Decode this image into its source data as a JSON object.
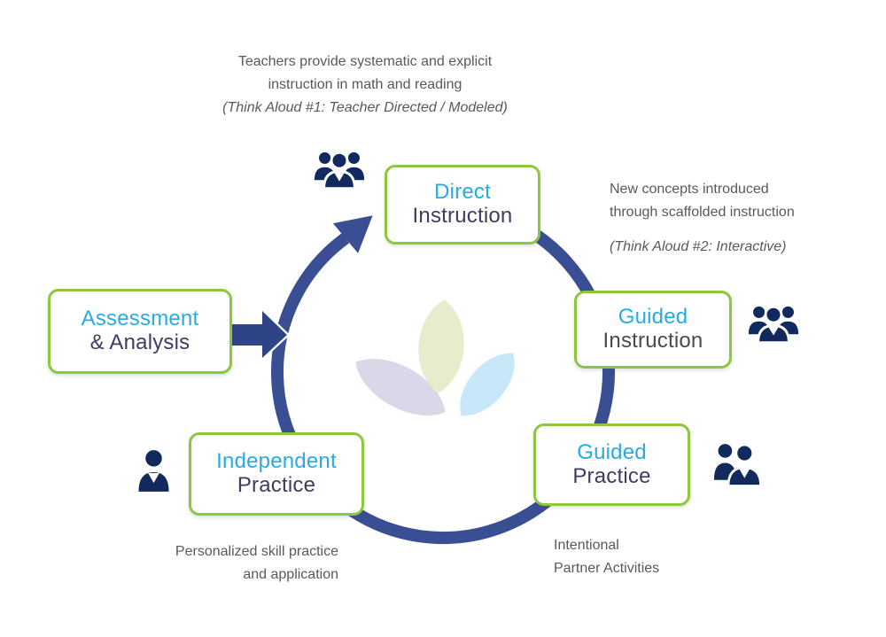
{
  "notes": {
    "top": {
      "line1": "Teachers provide systematic and explicit",
      "line2": "instruction in math and reading",
      "line3": "(Think Aloud #1: Teacher Directed / Modeled)"
    },
    "right": {
      "line1": "New concepts introduced",
      "line2": "through scaffolded instruction",
      "line3": "(Think Aloud #2: Interactive)"
    },
    "bottom_left": {
      "line1": "Personalized skill practice",
      "line2": "and application"
    },
    "bottom_right": {
      "line1": "Intentional",
      "line2": "Partner Activities"
    }
  },
  "stages": [
    {
      "id": "direct-instruction",
      "line1": "Direct",
      "line2": "Instruction"
    },
    {
      "id": "guided-instruction",
      "line1": "Guided",
      "line2": "Instruction"
    },
    {
      "id": "guided-practice",
      "line1": "Guided",
      "line2": "Practice"
    },
    {
      "id": "independent-practice",
      "line1": "Independent",
      "line2": "Practice"
    },
    {
      "id": "assessment-analysis",
      "line1": "Assessment",
      "line2": "& Analysis"
    }
  ],
  "icons": {
    "direct_instruction": "group-of-three-people-icon",
    "guided_instruction": "group-of-three-people-icon",
    "guided_practice": "pair-of-people-icon",
    "independent_practice": "single-person-icon",
    "center_logo": "three-petal-leaf-logo"
  },
  "colors": {
    "box_border_green": "#8DC63F",
    "stage_accent_blue": "#29ABE2",
    "stage_dark_navy": "#3F3C63",
    "stage_dark_gray": "#4A4A4A",
    "cycle_ring_blue": "#3A4E94",
    "entry_arrow_blue": "#2E4486",
    "people_icon_navy": "#12295E",
    "note_gray": "#595959",
    "petal_green": "#E5EDCD",
    "petal_lavender": "#D8D8E8",
    "petal_blue": "#C8E7F8"
  }
}
